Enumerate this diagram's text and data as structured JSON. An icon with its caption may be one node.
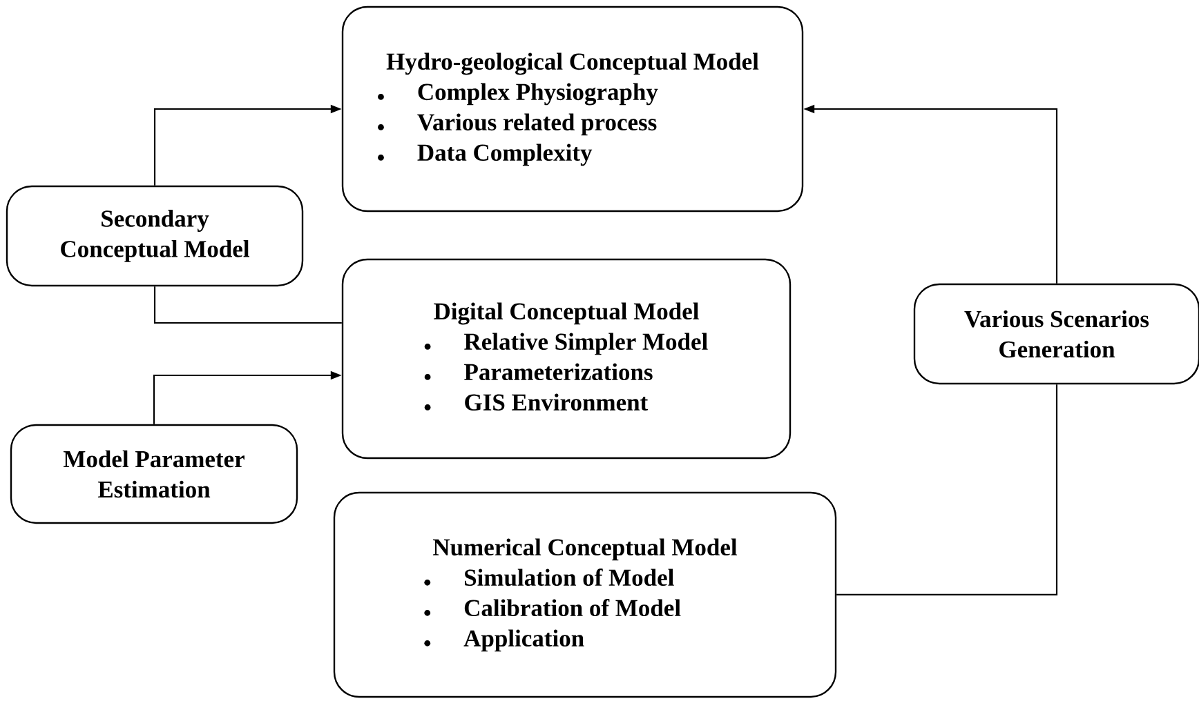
{
  "diagram": {
    "nodes": [
      {
        "text": [
          "Hydro-geological Conceptual Model",
          "Complex Physiography",
          "Various related process",
          "Data Complexity"
        ]
      },
      {
        "text": [
          "Secondary Conceptual Model"
        ]
      },
      {
        "text": [
          "Digital Conceptual Model",
          "Relative Simpler Model",
          "Parameterizations",
          "GIS Environment"
        ]
      },
      {
        "text": [
          "Model Parameter Estimation"
        ]
      },
      {
        "text": [
          "Various Scenarios Generation"
        ]
      },
      {
        "text": [
          "Numerical Conceptual Model",
          "Simulation of Model",
          "Calibration of Model",
          "Application"
        ]
      }
    ],
    "edges": [
      {
        "from": 1,
        "to": 0,
        "arrow": "to"
      },
      {
        "from": 1,
        "to": 2,
        "arrow": "none"
      },
      {
        "from": 3,
        "to": 2,
        "arrow": "to"
      },
      {
        "from": 5,
        "to": 4,
        "arrow": "none"
      },
      {
        "from": 4,
        "to": 0,
        "arrow": "to"
      }
    ]
  }
}
